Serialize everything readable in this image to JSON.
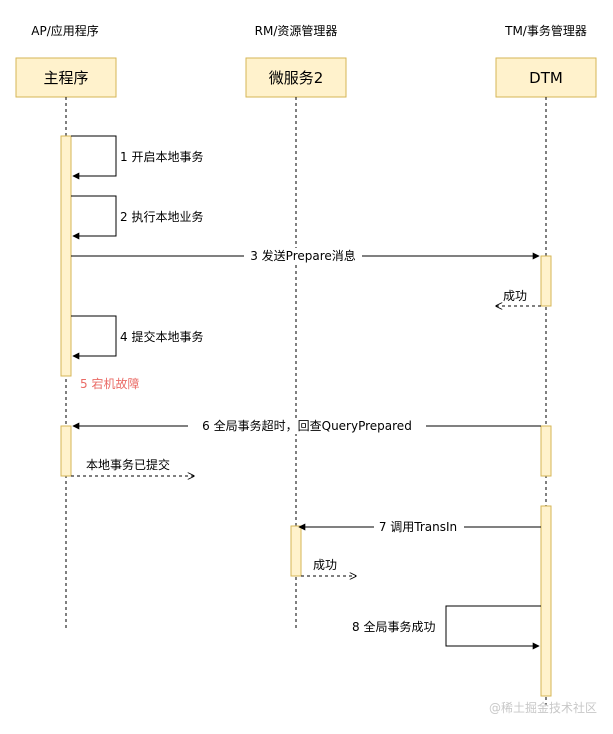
{
  "participants": [
    {
      "role_label": "AP/应用程序",
      "name": "主程序"
    },
    {
      "role_label": "RM/资源管理器",
      "name": "微服务2"
    },
    {
      "role_label": "TM/事务管理器",
      "name": "DTM"
    }
  ],
  "messages": [
    {
      "id": "m1",
      "text": "1 开启本地事务",
      "kind": "self"
    },
    {
      "id": "m2",
      "text": "2 执行本地业务",
      "kind": "self"
    },
    {
      "id": "m3",
      "text": "3 发送Prepare消息",
      "kind": "call"
    },
    {
      "id": "r1",
      "text": "成功",
      "kind": "return"
    },
    {
      "id": "m4",
      "text": "4 提交本地事务",
      "kind": "self"
    },
    {
      "id": "m5",
      "text": "5 宕机故障",
      "kind": "note"
    },
    {
      "id": "m6",
      "text": "6 全局事务超时，回查QueryPrepared",
      "kind": "call"
    },
    {
      "id": "r2",
      "text": "本地事务已提交",
      "kind": "return"
    },
    {
      "id": "m7",
      "text": "7 调用TransIn",
      "kind": "call"
    },
    {
      "id": "r3",
      "text": "成功",
      "kind": "return"
    },
    {
      "id": "m8",
      "text": "8 全局事务成功",
      "kind": "self"
    }
  ],
  "watermark": "@稀土掘金技术社区",
  "colors": {
    "box_fill": "#fff2cc",
    "box_stroke": "#d6b656",
    "line": "#000000",
    "failure_text": "#ea6b66",
    "watermark": "#c8c8c8"
  }
}
